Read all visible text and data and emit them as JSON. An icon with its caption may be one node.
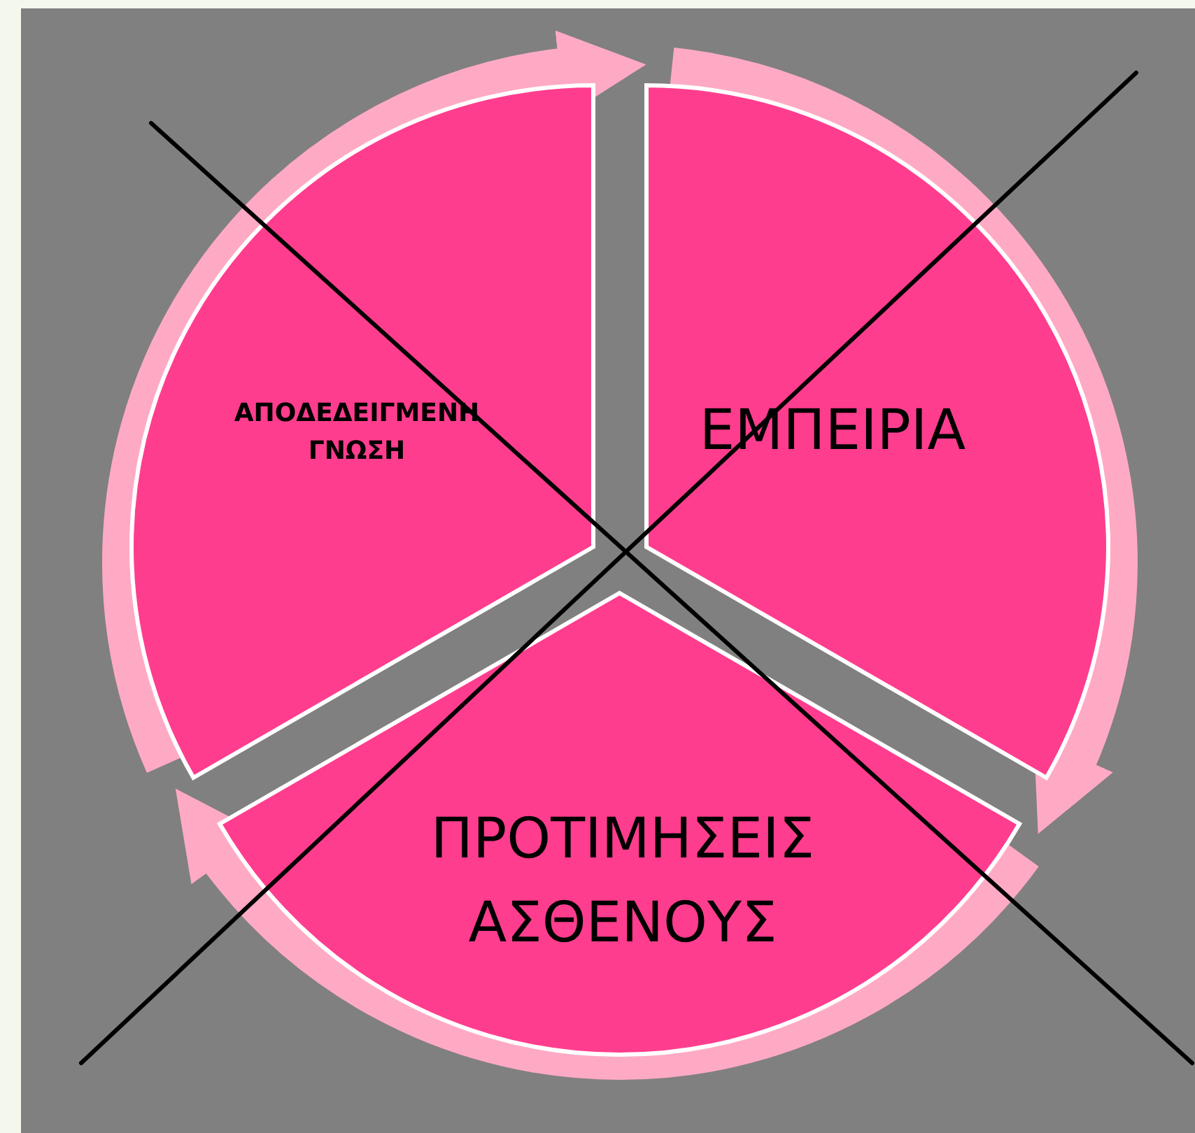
{
  "diagram": {
    "nodes": [
      {
        "text": [
          "ΑΠΟΔΕΔΕΙΓΜΕΝΗ ΓΝΩΣΗ"
        ]
      },
      {
        "text": [
          "ΕΜΠΕΙΡΙΑ"
        ]
      },
      {
        "text": [
          "ΠΡΟΤΙΜΗΣΕΙΣ ΑΣΘΕΝΟΥΣ"
        ]
      }
    ],
    "edges": [
      {
        "from": 0,
        "to": 1,
        "arrow": "to"
      },
      {
        "from": 1,
        "to": 2,
        "arrow": "to"
      },
      {
        "from": 2,
        "to": 0,
        "arrow": "to"
      }
    ]
  }
}
